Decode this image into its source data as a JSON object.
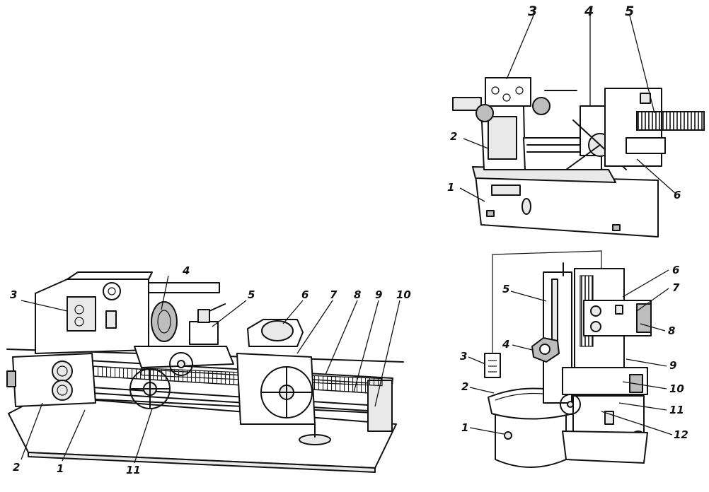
{
  "figure_a": {
    "labels": [
      "1",
      "2",
      "3",
      "4",
      "5",
      "6",
      "7",
      "8",
      "9",
      "10",
      "11"
    ]
  },
  "figure_b": {
    "labels": [
      "1",
      "2",
      "3",
      "4",
      "5",
      "6"
    ]
  },
  "figure_c": {
    "labels": [
      "1",
      "2",
      "3",
      "4",
      "5",
      "6",
      "7",
      "8",
      "9",
      "10",
      "11",
      "12"
    ]
  },
  "colors": {
    "ink": "#111111",
    "paper": "#ffffff",
    "shade": "#bdbdbd"
  }
}
